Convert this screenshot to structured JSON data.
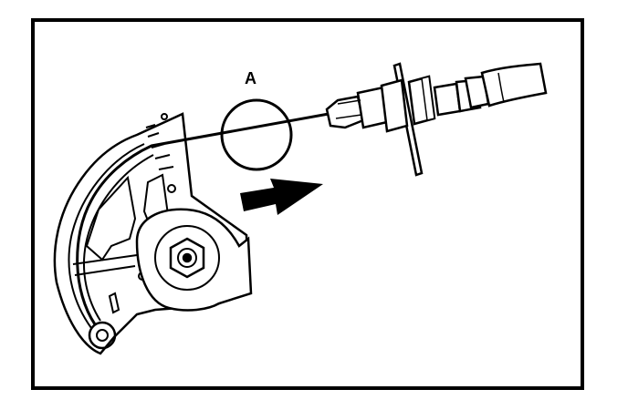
{
  "diagram": {
    "callout_label": "A",
    "colors": {
      "ink": "#000000",
      "paper": "#ffffff"
    },
    "parts": [
      "sector-plate",
      "pivot-nut",
      "cable-wire",
      "cable-end-fitting",
      "adjuster-nut",
      "mounting-bracket",
      "cable-housing",
      "direction-arrow",
      "detail-circle"
    ]
  }
}
